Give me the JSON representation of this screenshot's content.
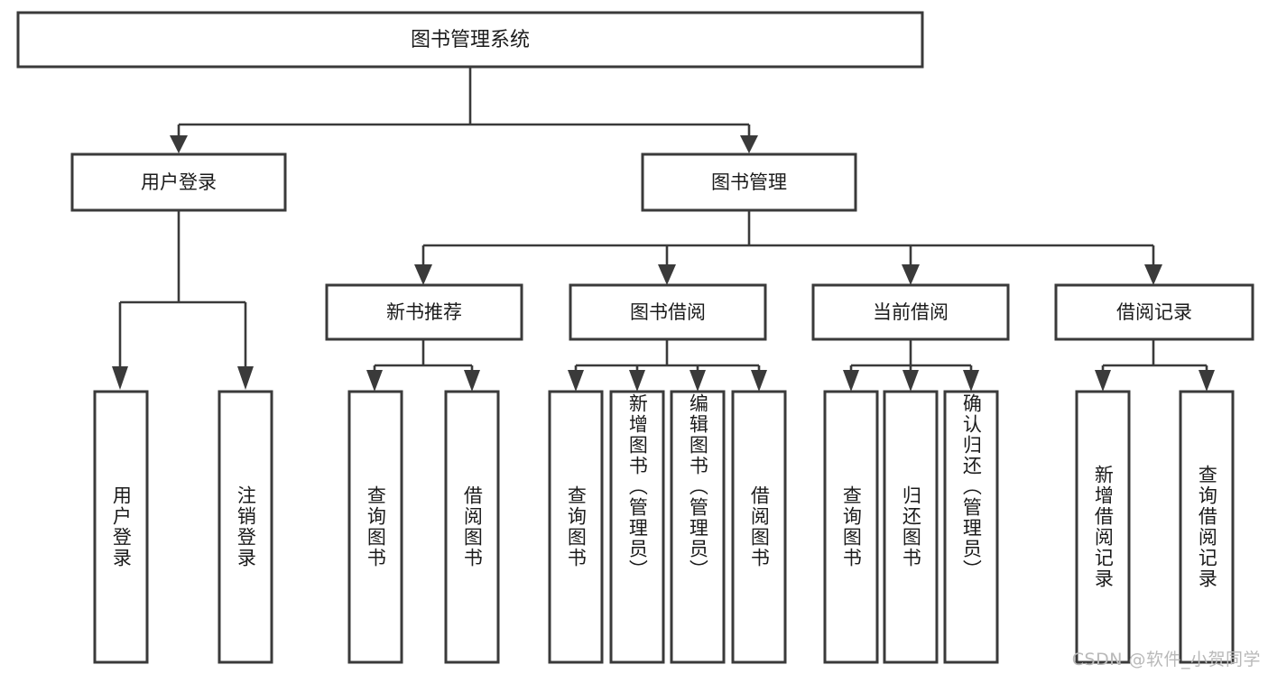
{
  "diagram": {
    "type": "hierarchy-tree",
    "title": "图书管理系统",
    "watermark": "CSDN @软件_小贺同学",
    "colors": {
      "box_stroke": "#3a3a3a",
      "box_fill": "#ffffff",
      "text": "#1b1b1b",
      "edge": "#3a3a3a",
      "background": "#ffffff",
      "watermark": "#b9b9b9"
    },
    "root": {
      "label": "图书管理系统"
    },
    "level2": [
      {
        "label": "用户登录"
      },
      {
        "label": "图书管理"
      }
    ],
    "level3": [
      {
        "label": "新书推荐"
      },
      {
        "label": "图书借阅"
      },
      {
        "label": "当前借阅"
      },
      {
        "label": "借阅记录"
      }
    ],
    "leaves": {
      "user_login": [
        {
          "label": "用户登录"
        },
        {
          "label": "注销登录"
        }
      ],
      "new_book_recommend": [
        {
          "label": "查询图书"
        },
        {
          "label": "借阅图书"
        }
      ],
      "book_borrow": [
        {
          "label": "查询图书"
        },
        {
          "label": "新增图书（管理员）"
        },
        {
          "label": "编辑图书（管理员）"
        },
        {
          "label": "借阅图书"
        }
      ],
      "current_borrow": [
        {
          "label": "查询图书"
        },
        {
          "label": "归还图书"
        },
        {
          "label": "确认归还（管理员）"
        }
      ],
      "borrow_records": [
        {
          "label": "新增借阅记录"
        },
        {
          "label": "查询借阅记录"
        }
      ]
    }
  }
}
